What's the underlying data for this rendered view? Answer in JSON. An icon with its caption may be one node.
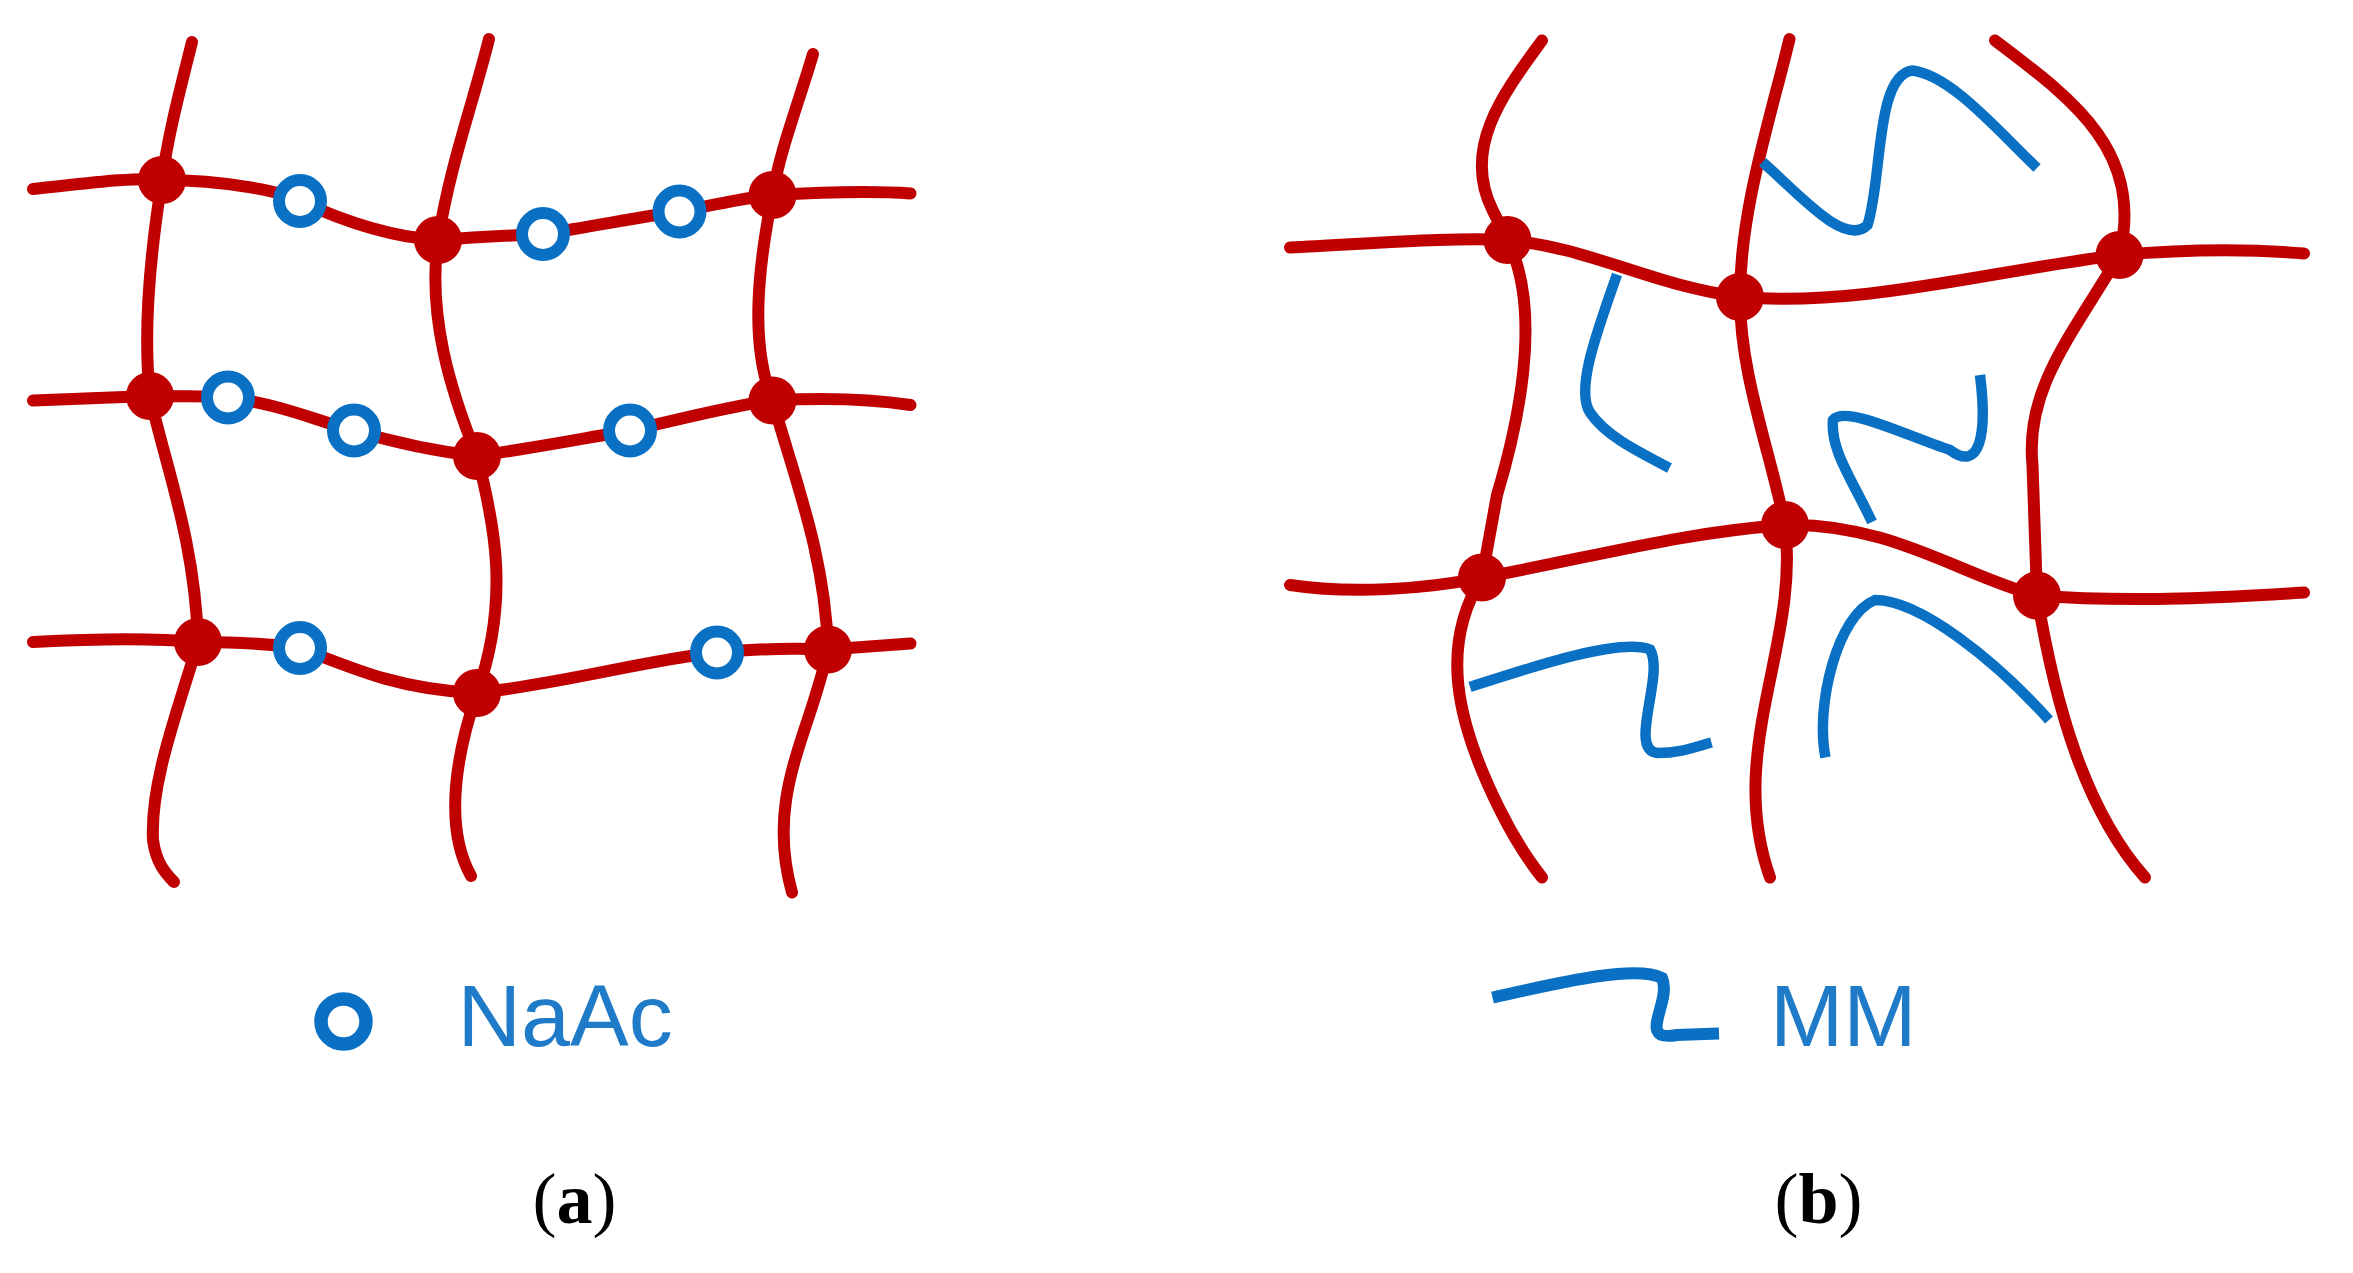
{
  "diagram": {
    "labels": [
      "(**a**)",
      "(**b**)"
    ],
    "legend": [
      {
        "text": "NaAc"
      },
      {
        "text": "MM"
      }
    ]
  }
}
